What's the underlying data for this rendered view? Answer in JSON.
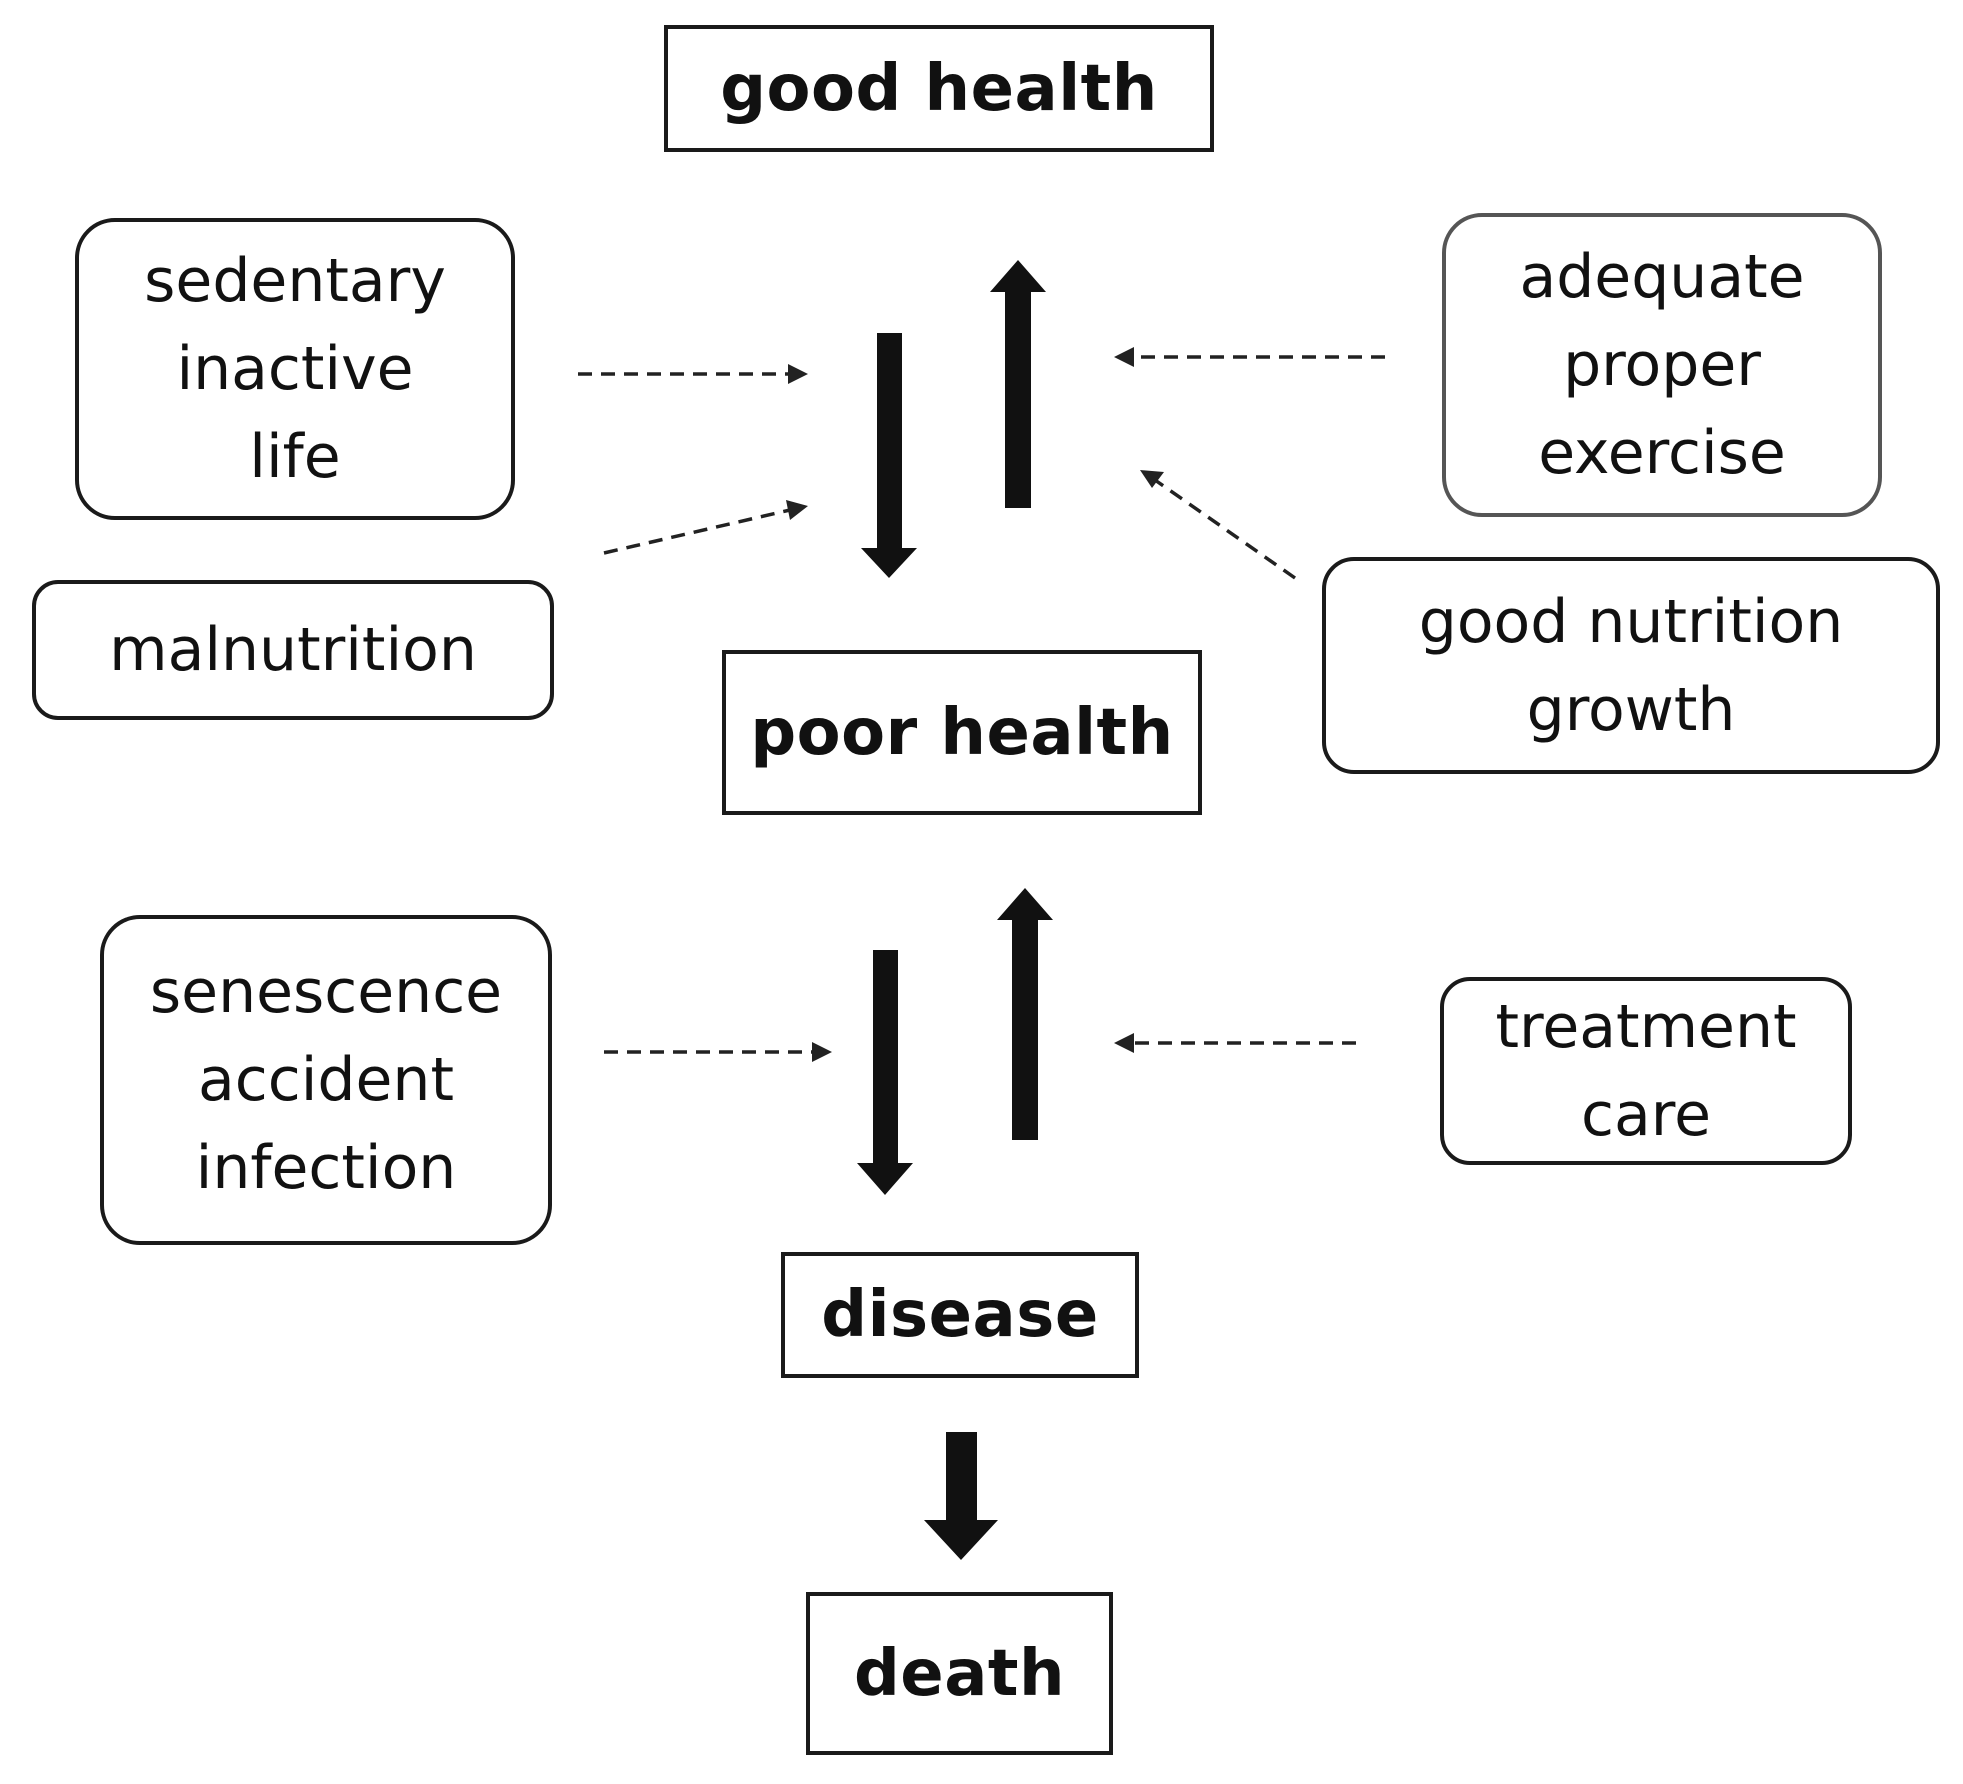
{
  "states": {
    "good_health": "good health",
    "poor_health": "poor health",
    "disease": "disease",
    "death": "death"
  },
  "factors": {
    "sedentary": [
      "sedentary",
      "inactive",
      "life"
    ],
    "malnutrition": [
      "malnutrition"
    ],
    "senescence": [
      "senescence",
      "accident",
      "infection"
    ],
    "adequate": [
      "adequate",
      "proper",
      "exercise"
    ],
    "nutrition": [
      "good nutrition",
      "growth"
    ],
    "treatment": [
      "treatment",
      "care"
    ]
  }
}
